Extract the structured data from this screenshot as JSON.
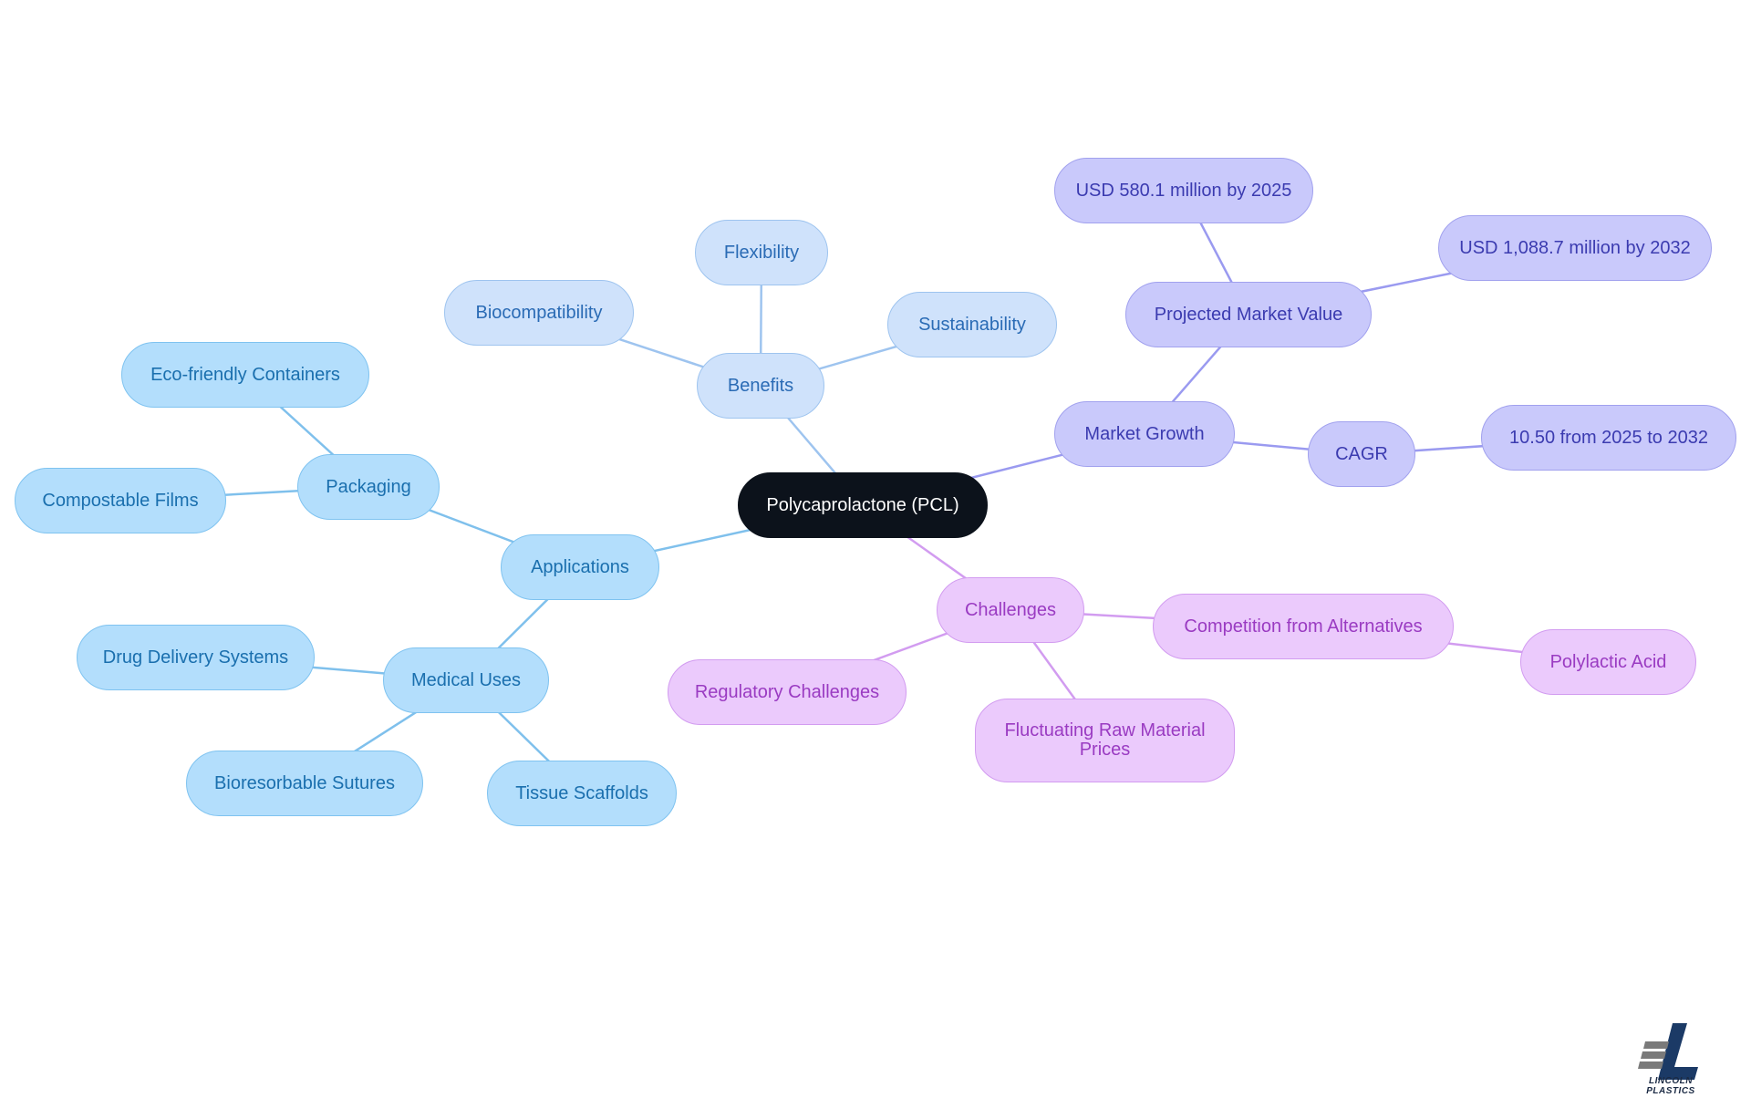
{
  "nodes": {
    "root": "Polycaprolactone (PCL)",
    "applications": "Applications",
    "packaging": "Packaging",
    "eco_friendly_containers": "Eco-friendly Containers",
    "compostable_films": "Compostable Films",
    "medical_uses": "Medical Uses",
    "drug_delivery": "Drug Delivery Systems",
    "bioresorbable_sutures": "Bioresorbable Sutures",
    "tissue_scaffolds": "Tissue Scaffolds",
    "benefits": "Benefits",
    "flexibility": "Flexibility",
    "biocompatibility": "Biocompatibility",
    "sustainability": "Sustainability",
    "market_growth": "Market Growth",
    "projected_market_value": "Projected Market Value",
    "usd_2025": "USD 580.1 million by 2025",
    "usd_2032": "USD 1,088.7 million by 2032",
    "cagr": "CAGR",
    "cagr_value": "10.50 from 2025 to 2032",
    "challenges": "Challenges",
    "competition": "Competition from Alternatives",
    "polylactic_acid": "Polylactic Acid",
    "regulatory": "Regulatory Challenges",
    "raw_material": "Fluctuating Raw Material Prices"
  },
  "colors": {
    "applications_edge": "#7fc0ec",
    "benefits_edge": "#9ec4ef",
    "market_edge": "#9a9af0",
    "challenges_edge": "#d29cf0"
  },
  "logo": {
    "text": "LINCOLN PLASTICS"
  }
}
